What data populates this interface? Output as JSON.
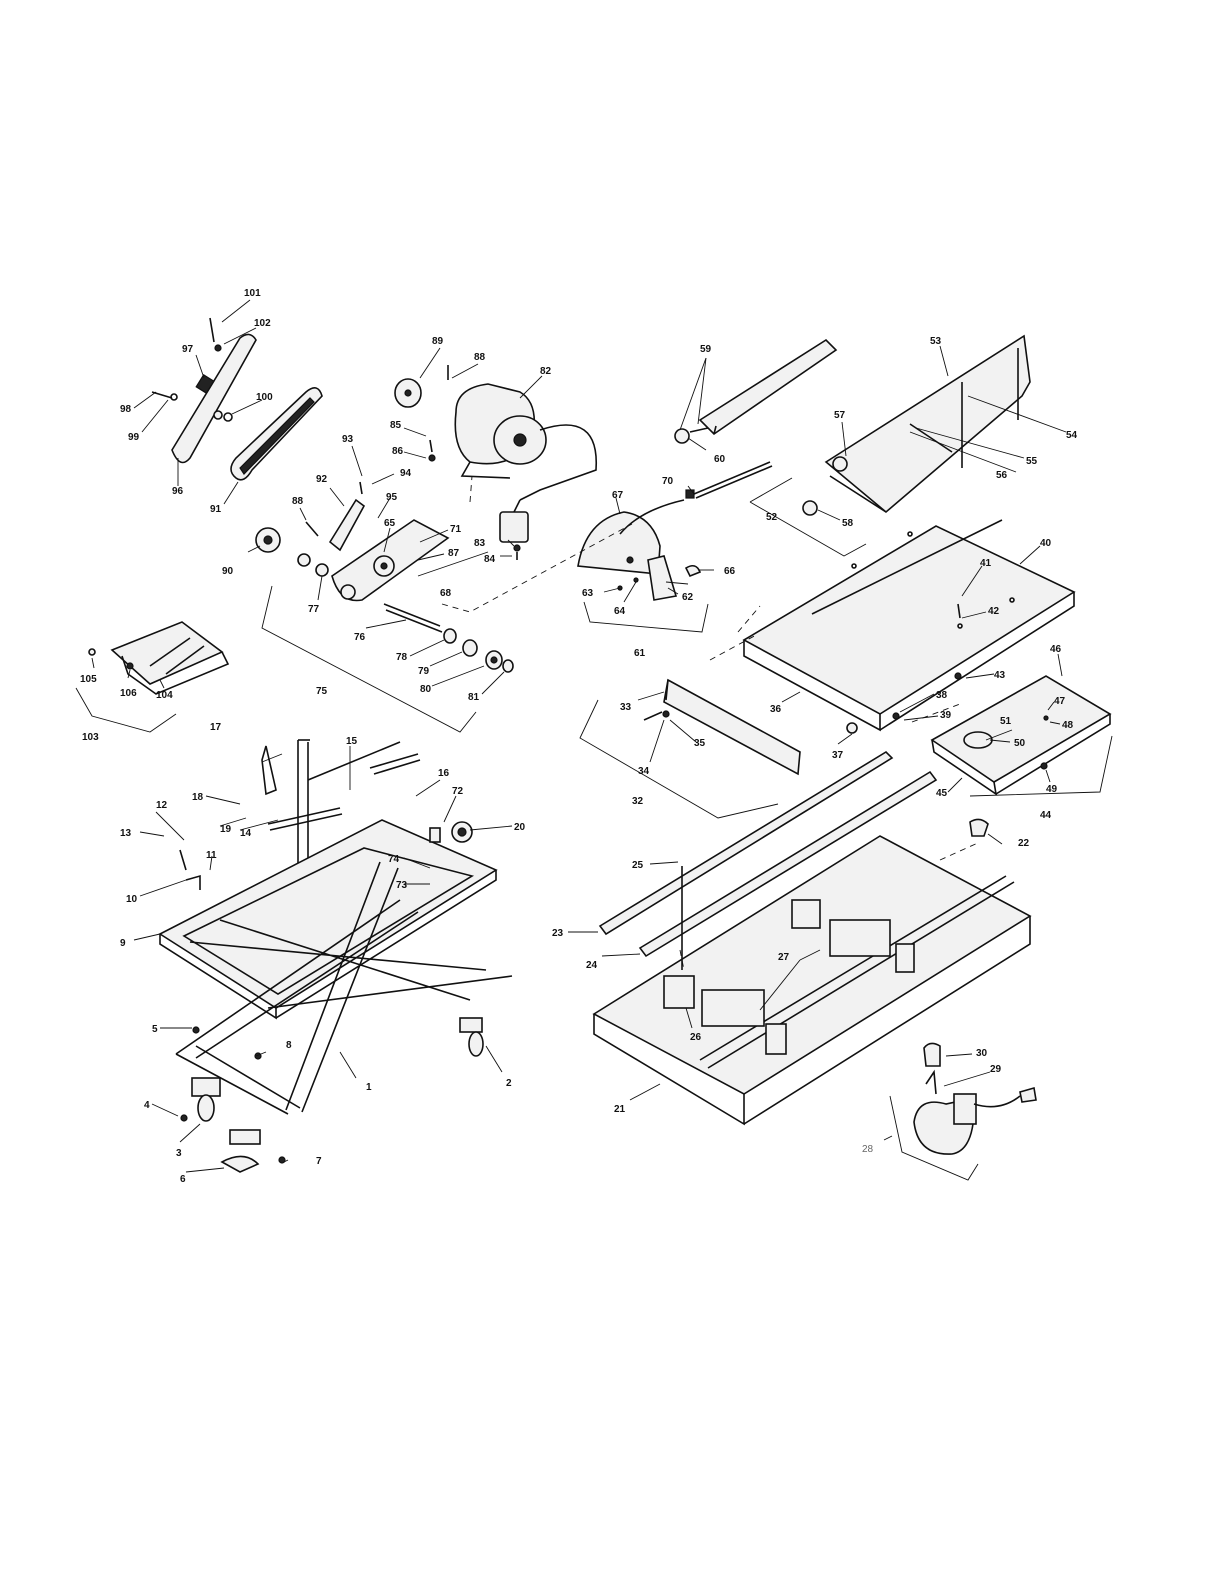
{
  "callouts": [
    "1",
    "2",
    "3",
    "4",
    "5",
    "6",
    "7",
    "8",
    "9",
    "10",
    "11",
    "12",
    "13",
    "14",
    "15",
    "16",
    "17",
    "18",
    "19",
    "20",
    "21",
    "22",
    "23",
    "24",
    "25",
    "26",
    "27",
    "28",
    "29",
    "30",
    "32",
    "33",
    "34",
    "35",
    "36",
    "37",
    "38",
    "39",
    "40",
    "41",
    "42",
    "43",
    "44",
    "45",
    "46",
    "47",
    "48",
    "49",
    "50",
    "51",
    "52",
    "53",
    "54",
    "55",
    "56",
    "57",
    "58",
    "59",
    "60",
    "61",
    "62",
    "63",
    "64",
    "65",
    "66",
    "67",
    "68",
    "70",
    "71",
    "72",
    "73",
    "74",
    "75",
    "76",
    "77",
    "78",
    "79",
    "80",
    "81",
    "82",
    "83",
    "84",
    "85",
    "86",
    "87",
    "88",
    "89",
    "90",
    "91",
    "92",
    "93",
    "94",
    "95",
    "96",
    "97",
    "98",
    "99",
    "100",
    "101",
    "102",
    "103",
    "104",
    "105",
    "106"
  ]
}
